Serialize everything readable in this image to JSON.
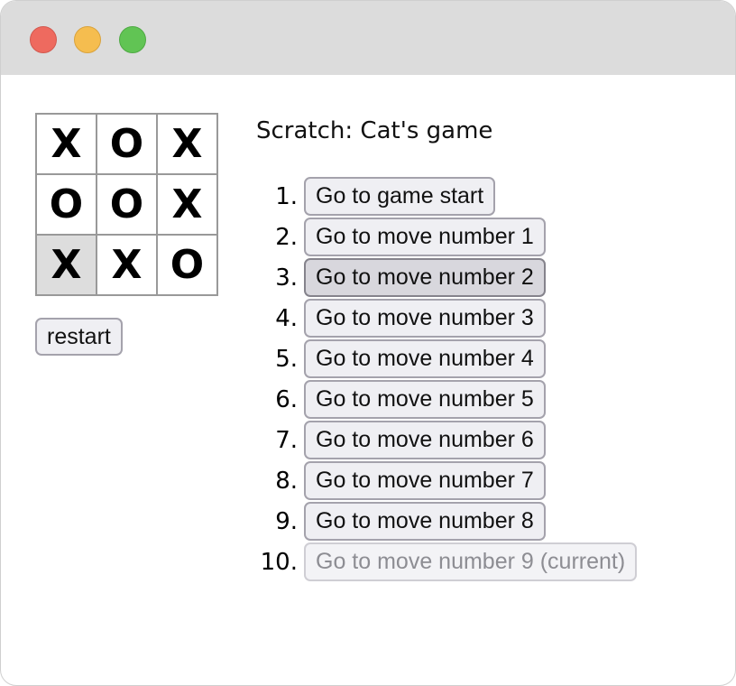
{
  "window": {
    "buttons": {
      "close_color": "#ee6a5f",
      "minimize_color": "#f5bd4f",
      "maximize_color": "#61c454"
    }
  },
  "board": {
    "squares": [
      "X",
      "O",
      "X",
      "O",
      "O",
      "X",
      "X",
      "X",
      "O"
    ],
    "highlighted_index": 6,
    "highlight_color": "#dddddd"
  },
  "restart_label": "restart",
  "status": "Scratch: Cat's game",
  "moves": [
    {
      "number": "1.",
      "label": "Go to game start"
    },
    {
      "number": "2.",
      "label": "Go to move number 1"
    },
    {
      "number": "3.",
      "label": "Go to move number 2"
    },
    {
      "number": "4.",
      "label": "Go to move number 3"
    },
    {
      "number": "5.",
      "label": "Go to move number 4"
    },
    {
      "number": "6.",
      "label": "Go to move number 5"
    },
    {
      "number": "7.",
      "label": "Go to move number 6"
    },
    {
      "number": "8.",
      "label": "Go to move number 7"
    },
    {
      "number": "9.",
      "label": "Go to move number 8"
    },
    {
      "number": "10.",
      "label": "Go to move number 9 (current)"
    }
  ],
  "hovered_move_index": 2,
  "current_move_index": 9
}
